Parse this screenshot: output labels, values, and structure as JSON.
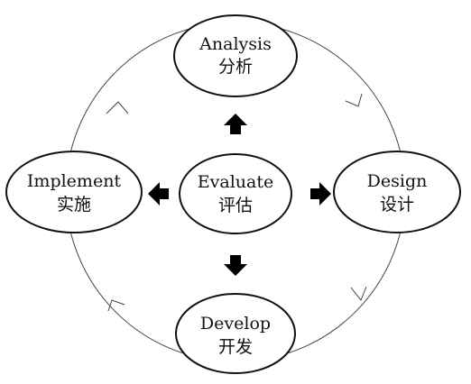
{
  "nodes": {
    "analysis": {
      "en": "Analysis",
      "zh": "分析"
    },
    "design": {
      "en": "Design",
      "zh": "设计"
    },
    "develop": {
      "en": "Develop",
      "zh": "开发"
    },
    "implement": {
      "en": "Implement",
      "zh": "实施"
    },
    "evaluate": {
      "en": "Evaluate",
      "zh": "评估"
    }
  },
  "colors": {
    "stroke": "#111111",
    "cycle_line": "#444444",
    "arrow_fill": "#000000",
    "background": "#ffffff"
  },
  "cycle_direction": "clockwise"
}
